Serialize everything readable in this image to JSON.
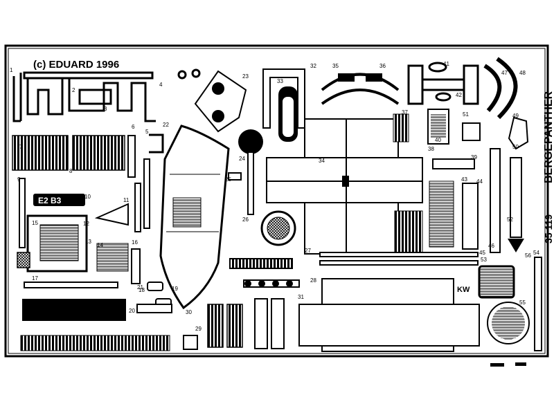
{
  "fret": {
    "copyright": "(c)  EDUARD  1996",
    "title": "BERGEPANTHER",
    "kit_number": "35  119",
    "marking": "KW"
  },
  "part_numbers": [
    "1",
    "2",
    "3",
    "4",
    "5",
    "6",
    "7",
    "8",
    "9",
    "10",
    "11",
    "12",
    "13",
    "14",
    "15",
    "16",
    "17",
    "18",
    "19",
    "20",
    "21",
    "22",
    "23",
    "24",
    "25",
    "26",
    "27",
    "28",
    "29",
    "30",
    "31",
    "32",
    "33",
    "34",
    "35",
    "36",
    "37",
    "38",
    "39",
    "40",
    "41",
    "42",
    "43",
    "44",
    "45",
    "46",
    "47",
    "48",
    "49",
    "50",
    "51",
    "52",
    "53",
    "54",
    "55",
    "56"
  ]
}
